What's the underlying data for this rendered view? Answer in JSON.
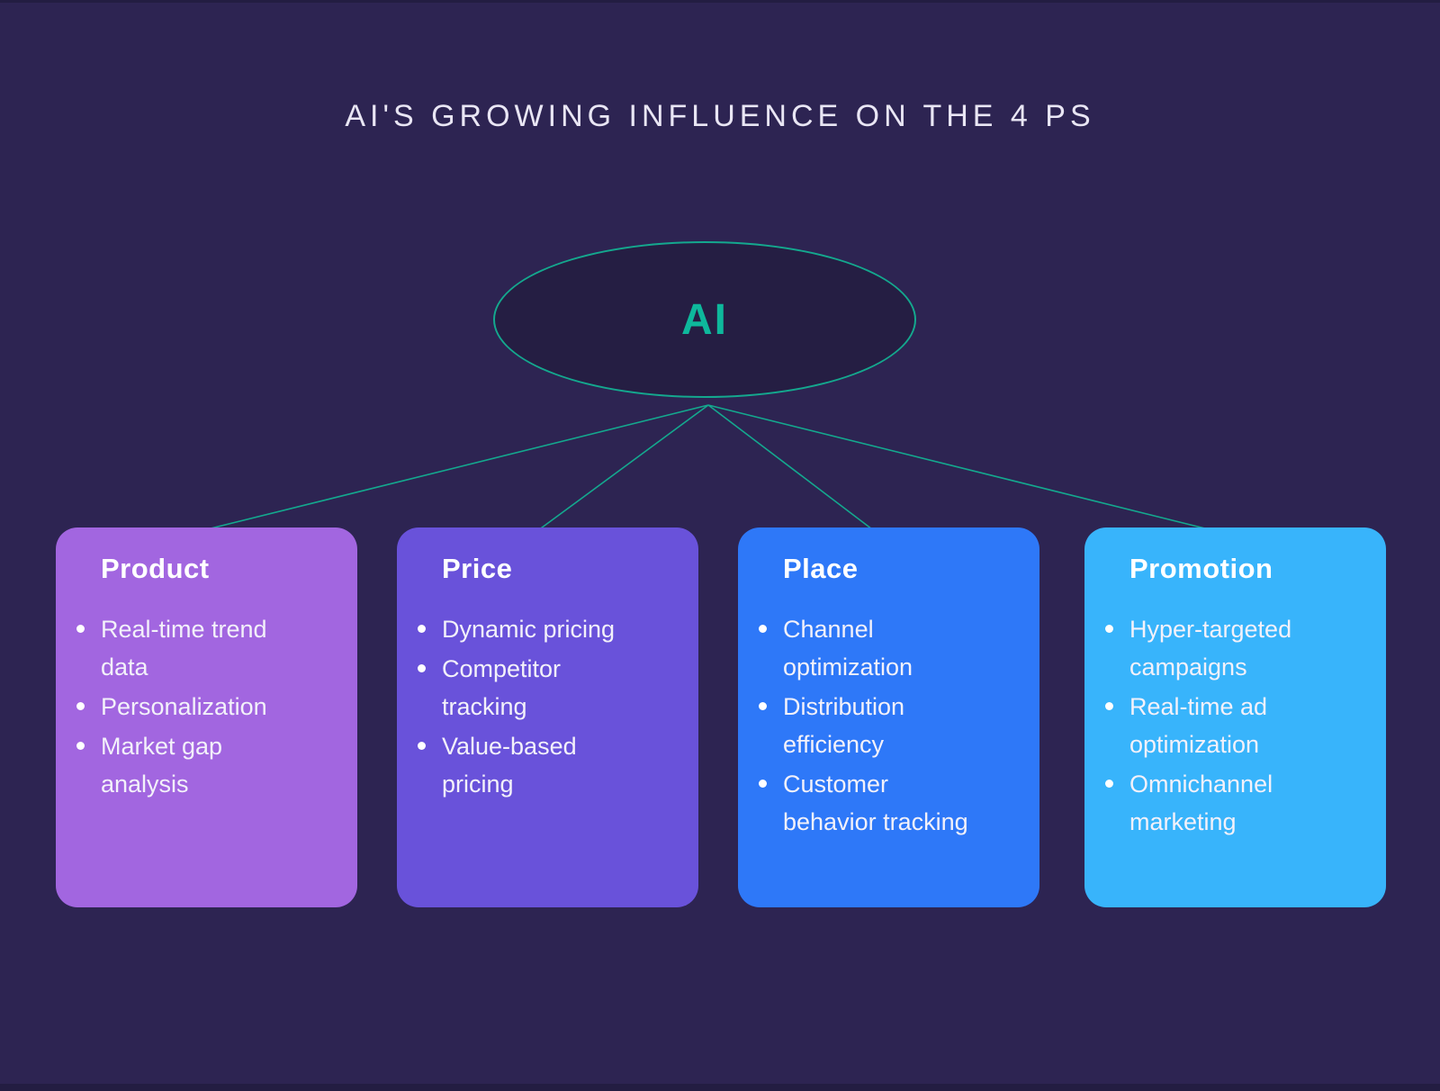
{
  "title": "AI'S GROWING INFLUENCE ON THE 4 PS",
  "central_node": {
    "label": "AI"
  },
  "colors": {
    "background": "#2d2452",
    "edge_strip": "#231d42",
    "node_fill": "#251e43",
    "accent_teal": "#14a88e",
    "ai_text": "#0eb89c",
    "card_text": "#ffffff",
    "card_product": "#a266e0",
    "card_price": "#6952da",
    "card_place": "#2e78f8",
    "card_promotion": "#38b4fb"
  },
  "cards": [
    {
      "title": "Product",
      "color": "#a266e0",
      "items": [
        "Real-time trend data",
        "Personalization",
        "Market gap analysis"
      ]
    },
    {
      "title": "Price",
      "color": "#6952da",
      "items": [
        "Dynamic pricing",
        "Competitor tracking",
        "Value-based pricing"
      ]
    },
    {
      "title": "Place",
      "color": "#2e78f8",
      "items": [
        "Channel optimization",
        "Distribution efficiency",
        "Customer behavior tracking"
      ]
    },
    {
      "title": "Promotion",
      "color": "#38b4fb",
      "items": [
        "Hyper-targeted campaigns",
        "Real-time ad optimization",
        "Omnichannel marketing"
      ]
    }
  ]
}
